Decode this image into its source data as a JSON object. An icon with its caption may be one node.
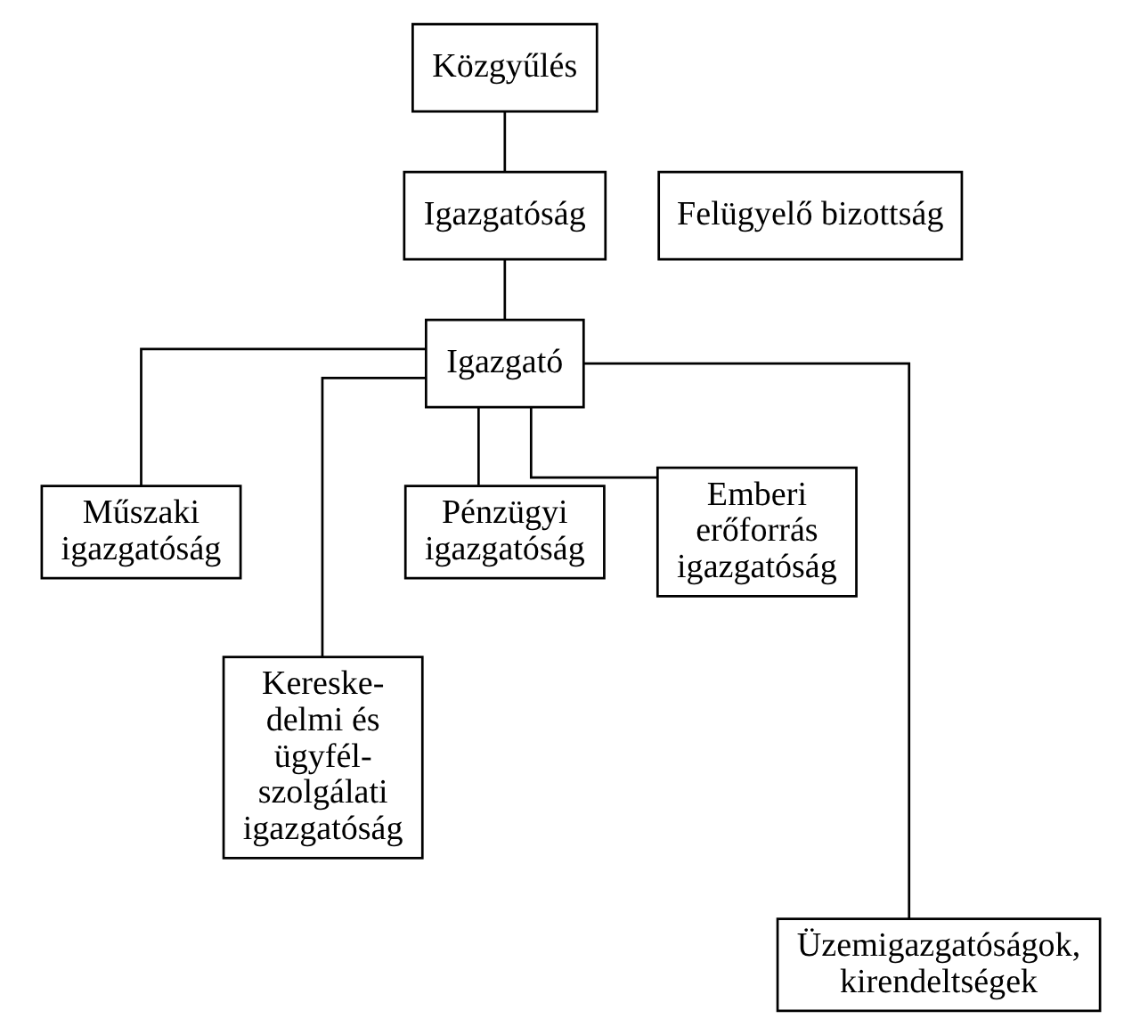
{
  "diagram": {
    "nodes": [
      {
        "text": [
          "Közgyűlés"
        ]
      },
      {
        "text": [
          "Igazgatóság"
        ]
      },
      {
        "text": [
          "Felügyelő bizottság"
        ]
      },
      {
        "text": [
          "Igazgató"
        ]
      },
      {
        "text": [
          "Műszaki igazgatóság"
        ]
      },
      {
        "text": [
          "Kereske- delmi és ügyfél- szolgálati igazgatóság"
        ]
      },
      {
        "text": [
          "Pénzügyi igazgatóság"
        ]
      },
      {
        "text": [
          "Emberi erőforrás igazgatóság"
        ]
      },
      {
        "text": [
          "Üzemigazgatóságok, kirendeltségek"
        ]
      }
    ],
    "edges": [
      {
        "from": 0,
        "to": 1,
        "arrow": "none"
      },
      {
        "from": 1,
        "to": 3,
        "arrow": "none"
      },
      {
        "from": 3,
        "to": 4,
        "arrow": "none"
      },
      {
        "from": 3,
        "to": 5,
        "arrow": "none"
      },
      {
        "from": 3,
        "to": 6,
        "arrow": "none"
      },
      {
        "from": 3,
        "to": 7,
        "arrow": "none"
      },
      {
        "from": 3,
        "to": 8,
        "arrow": "none"
      }
    ]
  }
}
